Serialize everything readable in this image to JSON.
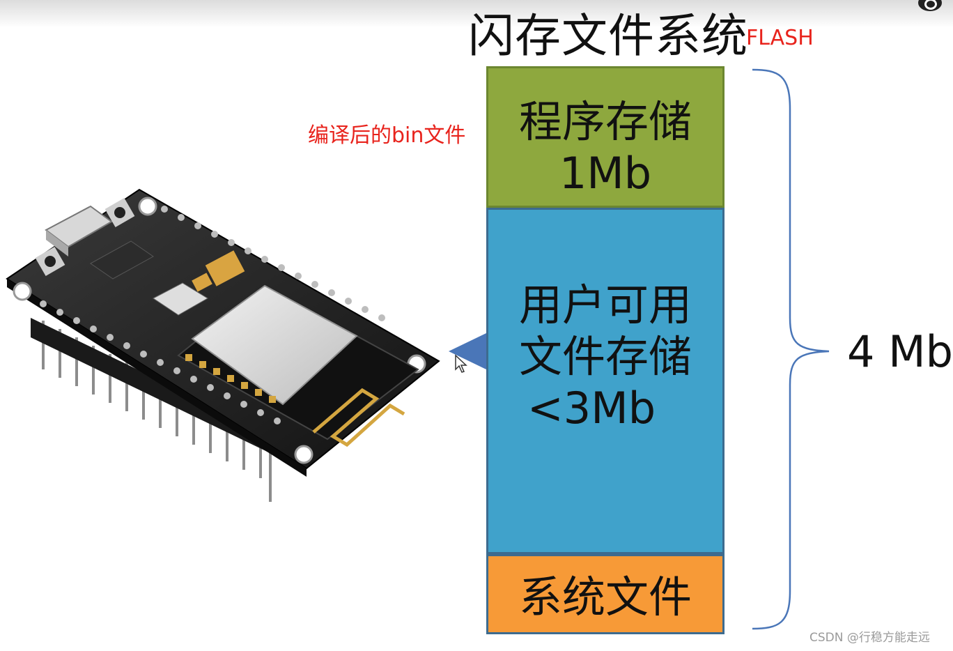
{
  "title": "闪存文件系统",
  "title_tag": "FLASH",
  "side_note": "编译后的bin文件",
  "blocks": {
    "program": {
      "name": "程序存储",
      "size": "1Mb"
    },
    "user": {
      "line1": "用户可用",
      "line2": "文件存储",
      "size": "<3Mb"
    },
    "system": {
      "name": "系统文件"
    }
  },
  "total_size": "4 Mb",
  "watermark": "CSDN @行稳方能走远",
  "colors": {
    "program": "#8ea83e",
    "user": "#40a2cb",
    "system": "#f79a37",
    "brace": "#4a76b8",
    "pointer": "#4a76b8",
    "annotation": "#e8231c"
  },
  "icons": {
    "board": "nodemcu-esp8266-board-image",
    "pointer": "triangle-pointer-icon",
    "brace": "curly-brace-icon",
    "cursor": "mouse-cursor-icon"
  }
}
